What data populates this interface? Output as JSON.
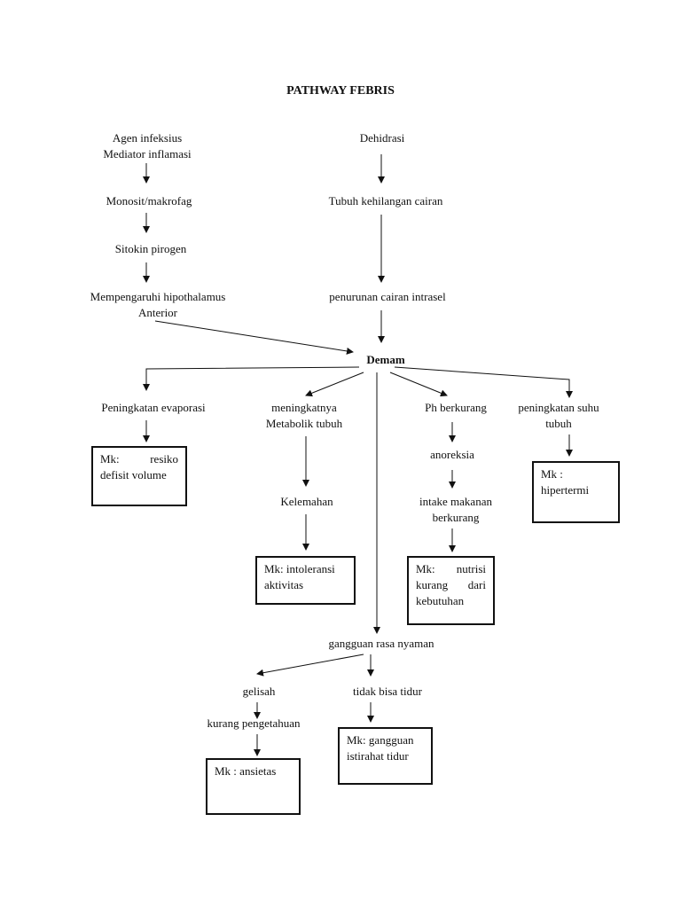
{
  "title": "PATHWAY FEBRIS",
  "nodes": {
    "agen": [
      "Agen infeksius",
      "Mediator inflamasi"
    ],
    "monosit": "Monosit/makrofag",
    "sitokin": "Sitokin pirogen",
    "hipothalamus": [
      "Mempengaruhi hipothalamus",
      "Anterior"
    ],
    "dehidrasi": "Dehidrasi",
    "tubuh_cairan": "Tubuh kehilangan cairan",
    "penurunan": "penurunan cairan intrasel",
    "demam": "Demam",
    "evaporasi": "Peningkatan evaporasi",
    "metabolik": [
      "meningkatnya",
      "Metabolik tubuh"
    ],
    "ph": "Ph berkurang",
    "suhu": [
      "peningkatan suhu",
      "tubuh"
    ],
    "anoreksia": "anoreksia",
    "intake": [
      "intake makanan",
      "berkurang"
    ],
    "kelemahan": "Kelemahan",
    "rasa_nyaman": "gangguan rasa nyaman",
    "gelisah": "gelisah",
    "tidak_tidur": "tidak bisa tidur",
    "pengetahuan": "kurang pengetahuan"
  },
  "diagnoses": {
    "defisit": "Mk: resiko defisit volume",
    "hipertermi": "Mk : hipertermi",
    "intoleransi": "Mk: intoleransi aktivitas",
    "nutrisi": "Mk: nutrisi kurang dari kebutuhan",
    "ansietas": "Mk : ansietas",
    "istirahat": "Mk: gangguan istirahat tidur"
  }
}
